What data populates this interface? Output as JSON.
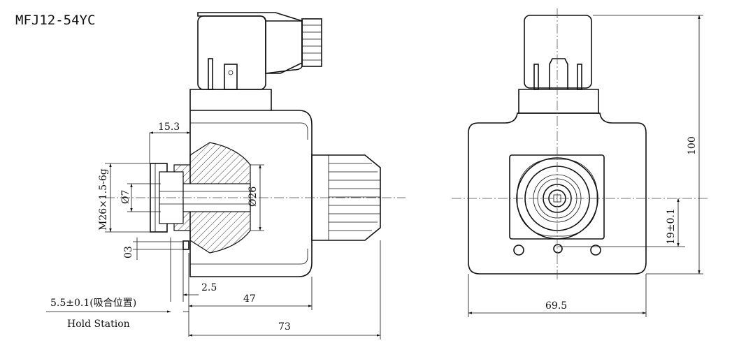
{
  "title": "MFJ12-54YC",
  "dims": {
    "d15_3": "15.3",
    "m26": "M26×1.5-6g",
    "phi7": "Ø7",
    "phi26": "Ø26",
    "d03": "03",
    "d2_5": "2.5",
    "d5_5": "5.5±0.1(吸合位置)",
    "hold": "Hold Station",
    "d47": "47",
    "d73": "73",
    "d100": "100",
    "d19": "19±0.1",
    "d69_5": "69.5"
  }
}
